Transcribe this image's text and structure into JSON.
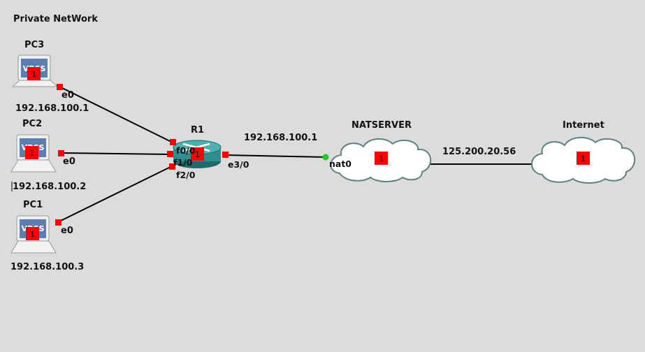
{
  "canvas_title": "Private NetWork",
  "nodes": {
    "pc3": {
      "name": "PC3",
      "ip": "192.168.100.1",
      "iface": "e0",
      "screen_text": "VPCS",
      "badge": "1"
    },
    "pc2": {
      "name": "PC2",
      "ip": "192.168.100.2",
      "iface": "e0",
      "screen_text": "VPCS",
      "badge": "1"
    },
    "pc1": {
      "name": "PC1",
      "ip": "192.168.100.3",
      "iface": "e0",
      "screen_text": "VPCS",
      "badge": "1"
    },
    "r1": {
      "name": "R1",
      "badge": "1",
      "if_f0": "f0/0",
      "if_f1": "f1/0",
      "if_f2": "f2/0",
      "if_e3": "e3/0"
    },
    "natserver": {
      "name": "NATSERVER",
      "badge": "1",
      "iface": "nat0",
      "link_label": "192.168.100.1"
    },
    "internet": {
      "name": "Internet",
      "badge": "1",
      "link_label": "125.200.20.56"
    }
  },
  "colors": {
    "background": "#dcdcdc",
    "link": "#000000",
    "port_stopped": "#ff0000",
    "port_started": "#22cc22",
    "router": "#2f8f8f",
    "cloud_fill": "#ffffff",
    "cloud_stroke": "#5f8080"
  }
}
